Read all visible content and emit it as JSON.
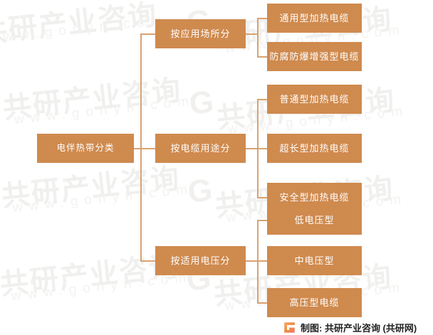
{
  "chart_data": {
    "type": "diagram",
    "diagram_type": "tree-hierarchy",
    "title": "电伴热带分类",
    "root": {
      "label": "电伴热带分类"
    },
    "branches": [
      {
        "label": "按应用场所分",
        "children": [
          {
            "label": "通用型加热电缆"
          },
          {
            "label": "防腐防爆增强型电缆"
          }
        ]
      },
      {
        "label": "按电缆用途分",
        "children": [
          {
            "label": "普通型加热电缆"
          },
          {
            "label": "超长型加热电缆"
          },
          {
            "label": "安全型加热电缆"
          }
        ]
      },
      {
        "label": "按适用电压分",
        "children": [
          {
            "label": "低电压型"
          },
          {
            "label": "中电压型"
          },
          {
            "label": "高压型电缆"
          }
        ]
      }
    ],
    "colors": {
      "node_fill": "#cf8a4e",
      "node_text": "#ffffff",
      "connector": "#d9a271",
      "background": "#ffffff",
      "watermark": "#f0f0ee",
      "footer_text": "#222222",
      "logo_accent": "#e8883c"
    }
  },
  "watermark": {
    "brand_cn": "共研产业咨询",
    "url": "www.gonyn.com",
    "logo_mark": "G"
  },
  "footer": {
    "credit": "制图: 共研产业咨询 (共研网)",
    "logo_name": "gonyn-logo-icon"
  }
}
